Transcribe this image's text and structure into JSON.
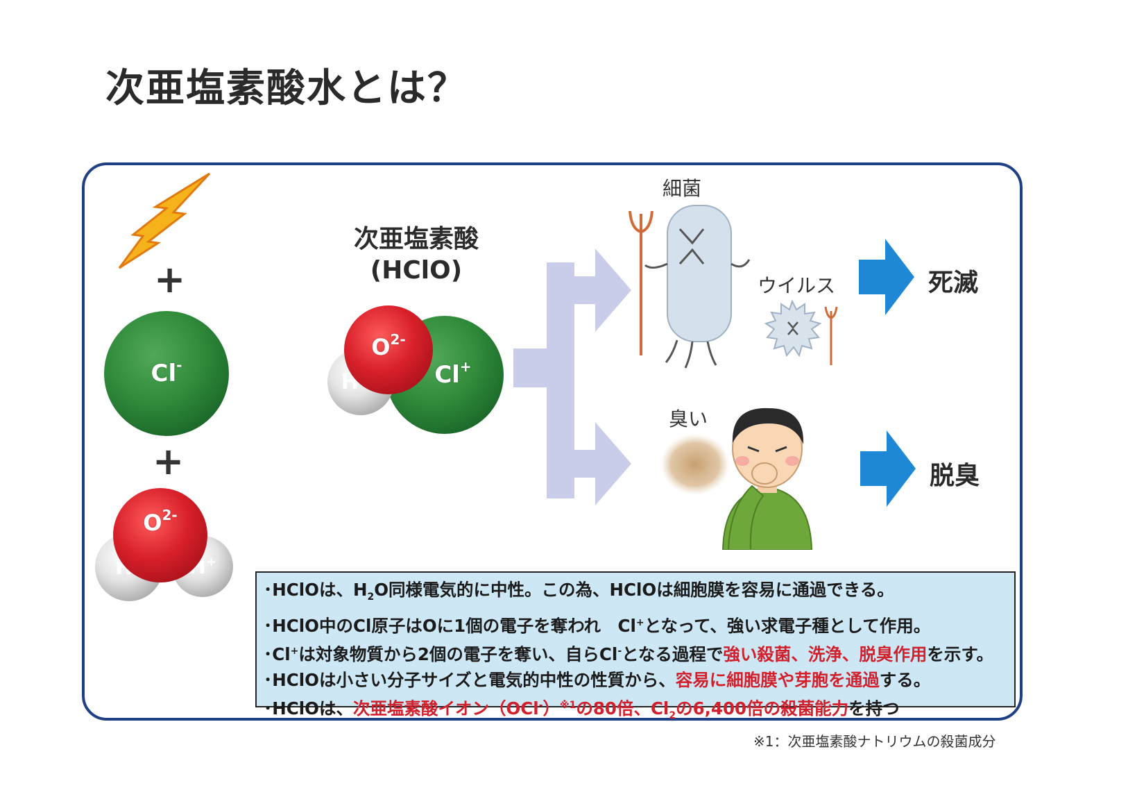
{
  "title": "次亜塩素酸水とは？",
  "left_column": {
    "plus_1": "+",
    "plus_2": "+",
    "cl_ion": "Cl",
    "cl_ion_charge": "-",
    "water_o": "O",
    "water_o_charge": "2-",
    "water_h1": "H",
    "water_h1_charge": "+",
    "water_h2": "H",
    "water_h2_charge": "+",
    "lightning_icon": "lightning-bolt-icon"
  },
  "molecule": {
    "title_line1": "次亜塩素酸",
    "title_line2": "(HClO)",
    "o": "O",
    "o_charge": "2-",
    "h": "H",
    "h_charge": "+",
    "cl": "Cl",
    "cl_charge": "+"
  },
  "targets": {
    "bacteria_label": "細菌",
    "virus_label": "ウイルス",
    "odor_label": "臭い"
  },
  "results": {
    "kill": "死滅",
    "deodorize": "脱臭"
  },
  "info": {
    "line1": {
      "p1": "･HClOは、H",
      "sub": "2",
      "p2": "O同様電気的に中性。この為、HClOは細胞膜を容易に通過できる。"
    },
    "line2": {
      "p1": "･HClO中のCl原子はOに1個の電子を奪われ　Cl",
      "sup": "+",
      "p2": "となって、強い求電子種として作用。"
    },
    "line3": {
      "p1": "･Cl",
      "sup1": "+",
      "p2": "は対象物質から2個の電子を奪い、自らCl",
      "sup2": "-",
      "p3": "となる過程で",
      "red": "強い殺菌、洗浄、脱臭作用",
      "p4": "を示す。"
    },
    "line4": {
      "p1": "･HClOは小さい分子サイズと電気的中性の性質から、",
      "red": "容易に細胞膜や芽胞を通過",
      "p2": "する。"
    },
    "line5": {
      "p1": "･HClOは、",
      "red1": "次亜塩素酸イオン（OCl",
      "red_sup": "-",
      "red2": "）",
      "red_note": "※1",
      "red3": "の80倍、Cl",
      "red_sub": "2",
      "red4": "の6,400倍の殺菌能力",
      "p2": "を持つ"
    }
  },
  "footnote": "※1：次亜塩素酸ナトリウムの殺菌成分",
  "colors": {
    "panel_border": "#1f3f86",
    "arrow_light": "#c9cde9",
    "arrow_blue": "#1e87d6",
    "info_bg": "#cde7f5",
    "red_text": "#d21f2c"
  }
}
